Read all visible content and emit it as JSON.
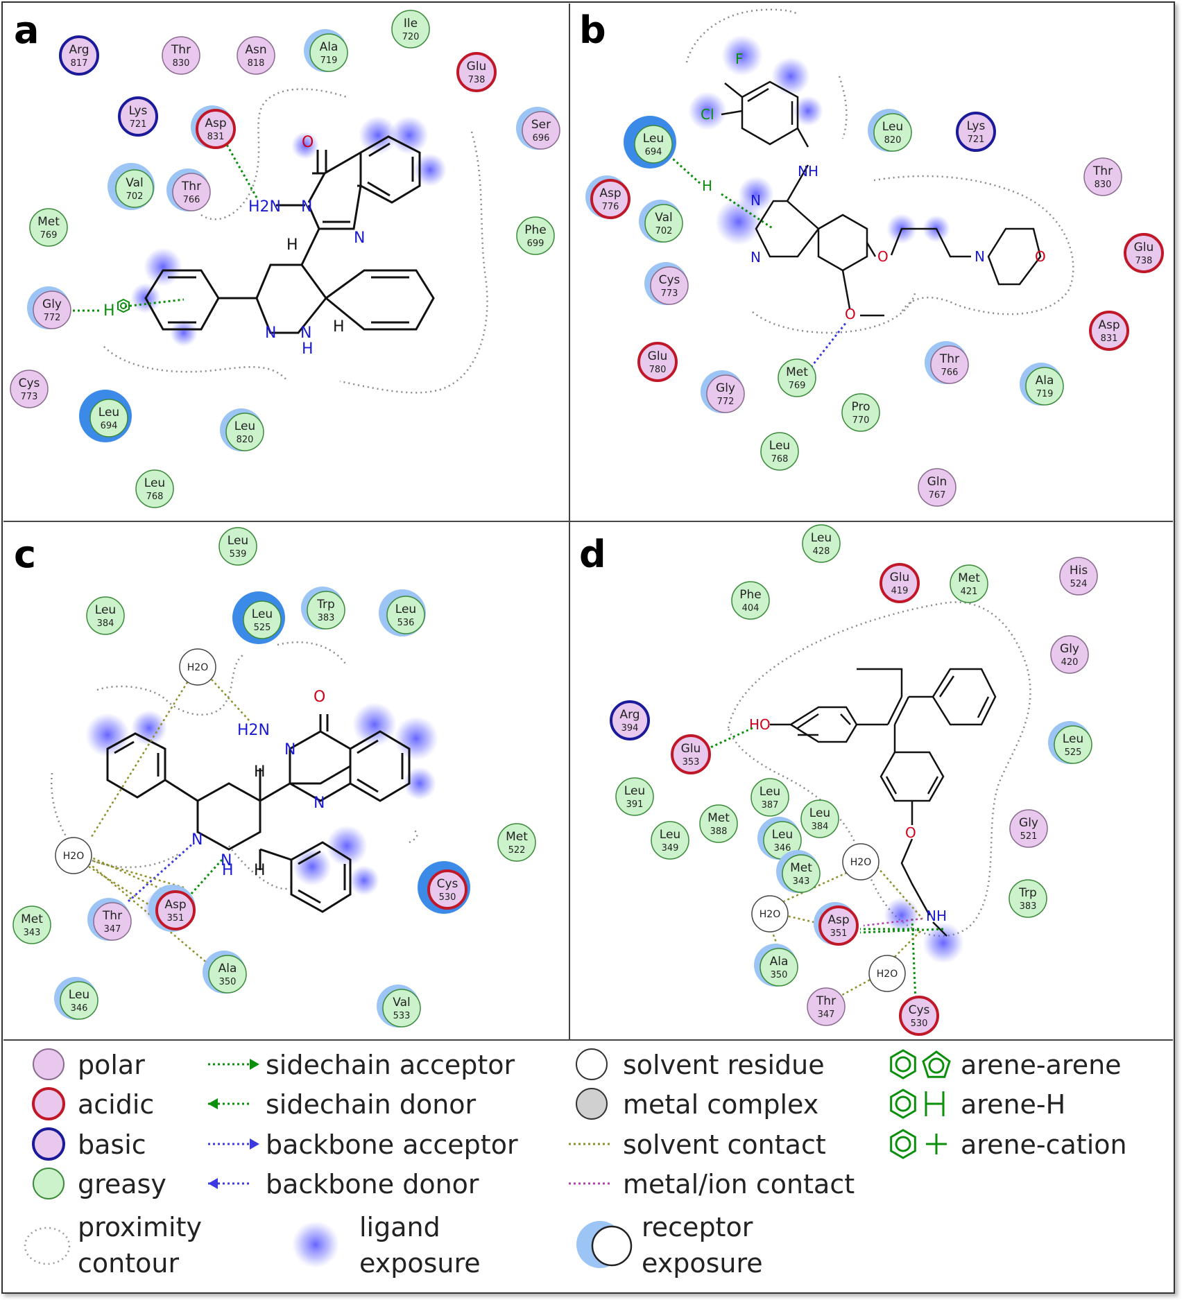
{
  "panels": [
    {
      "label": "a",
      "residues": [
        {
          "name": "Arg",
          "num": "817",
          "type": "basic",
          "exposure": 0
        },
        {
          "name": "Thr",
          "num": "830",
          "type": "polar",
          "exposure": 0
        },
        {
          "name": "Asn",
          "num": "818",
          "type": "polar",
          "exposure": 0
        },
        {
          "name": "Ala",
          "num": "719",
          "type": "greasy",
          "exposure": 1
        },
        {
          "name": "Ile",
          "num": "720",
          "type": "greasy",
          "exposure": 0
        },
        {
          "name": "Glu",
          "num": "738",
          "type": "acidic",
          "exposure": 0
        },
        {
          "name": "Lys",
          "num": "721",
          "type": "basic",
          "exposure": 0
        },
        {
          "name": "Asp",
          "num": "831",
          "type": "acidic",
          "exposure": 1
        },
        {
          "name": "Ser",
          "num": "696",
          "type": "polar",
          "exposure": 1
        },
        {
          "name": "Val",
          "num": "702",
          "type": "greasy",
          "exposure": 2
        },
        {
          "name": "Thr",
          "num": "766",
          "type": "polar",
          "exposure": 1
        },
        {
          "name": "Met",
          "num": "769",
          "type": "greasy",
          "exposure": 0
        },
        {
          "name": "Phe",
          "num": "699",
          "type": "greasy",
          "exposure": 0
        },
        {
          "name": "Gly",
          "num": "772",
          "type": "polar",
          "exposure": 1
        },
        {
          "name": "Cys",
          "num": "773",
          "type": "polar",
          "exposure": 0
        },
        {
          "name": "Leu",
          "num": "694",
          "type": "greasy",
          "exposure": 3
        },
        {
          "name": "Leu",
          "num": "820",
          "type": "greasy",
          "exposure": 1
        },
        {
          "name": "Leu",
          "num": "768",
          "type": "greasy",
          "exposure": 0
        }
      ],
      "atom_labels": [
        "O",
        "H2N",
        "N",
        "N",
        "H",
        "H",
        "N",
        "N",
        "H",
        "H"
      ]
    },
    {
      "label": "b",
      "residues": [
        {
          "name": "Leu",
          "num": "694",
          "type": "greasy",
          "exposure": 3
        },
        {
          "name": "Leu",
          "num": "820",
          "type": "greasy",
          "exposure": 1
        },
        {
          "name": "Lys",
          "num": "721",
          "type": "basic",
          "exposure": 0
        },
        {
          "name": "Thr",
          "num": "830",
          "type": "polar",
          "exposure": 0
        },
        {
          "name": "Asp",
          "num": "776",
          "type": "acidic",
          "exposure": 1
        },
        {
          "name": "Val",
          "num": "702",
          "type": "greasy",
          "exposure": 1
        },
        {
          "name": "Glu",
          "num": "738",
          "type": "acidic",
          "exposure": 0
        },
        {
          "name": "Cys",
          "num": "773",
          "type": "polar",
          "exposure": 1
        },
        {
          "name": "Asp",
          "num": "831",
          "type": "acidic",
          "exposure": 0
        },
        {
          "name": "Glu",
          "num": "780",
          "type": "acidic",
          "exposure": 0
        },
        {
          "name": "Thr",
          "num": "766",
          "type": "polar",
          "exposure": 1
        },
        {
          "name": "Met",
          "num": "769",
          "type": "greasy",
          "exposure": 0
        },
        {
          "name": "Ala",
          "num": "719",
          "type": "greasy",
          "exposure": 1
        },
        {
          "name": "Gly",
          "num": "772",
          "type": "polar",
          "exposure": 1
        },
        {
          "name": "Pro",
          "num": "770",
          "type": "greasy",
          "exposure": 0
        },
        {
          "name": "Leu",
          "num": "768",
          "type": "greasy",
          "exposure": 0
        },
        {
          "name": "Gln",
          "num": "767",
          "type": "polar",
          "exposure": 0
        }
      ],
      "atom_labels": [
        "F",
        "Cl",
        "NH",
        "N",
        "N",
        "O",
        "N",
        "O",
        "O",
        "H"
      ]
    },
    {
      "label": "c",
      "residues": [
        {
          "name": "Leu",
          "num": "539",
          "type": "greasy",
          "exposure": 0
        },
        {
          "name": "Leu",
          "num": "384",
          "type": "greasy",
          "exposure": 0
        },
        {
          "name": "Leu",
          "num": "525",
          "type": "greasy",
          "exposure": 3
        },
        {
          "name": "Trp",
          "num": "383",
          "type": "greasy",
          "exposure": 1
        },
        {
          "name": "Leu",
          "num": "536",
          "type": "greasy",
          "exposure": 2
        },
        {
          "name": "Met",
          "num": "522",
          "type": "greasy",
          "exposure": 0
        },
        {
          "name": "Cys",
          "num": "530",
          "type": "acidic",
          "exposure": 3
        },
        {
          "name": "Thr",
          "num": "347",
          "type": "polar",
          "exposure": 1
        },
        {
          "name": "Asp",
          "num": "351",
          "type": "acidic",
          "exposure": 2
        },
        {
          "name": "Met",
          "num": "343",
          "type": "greasy",
          "exposure": 0
        },
        {
          "name": "Ala",
          "num": "350",
          "type": "greasy",
          "exposure": 1
        },
        {
          "name": "Leu",
          "num": "346",
          "type": "greasy",
          "exposure": 1
        },
        {
          "name": "Val",
          "num": "533",
          "type": "greasy",
          "exposure": 1
        }
      ],
      "water_label": "H2O",
      "atom_labels": [
        "O",
        "H2N",
        "N",
        "N",
        "H",
        "N",
        "N",
        "H",
        "H"
      ]
    },
    {
      "label": "d",
      "residues": [
        {
          "name": "Leu",
          "num": "428",
          "type": "greasy",
          "exposure": 0
        },
        {
          "name": "Glu",
          "num": "419",
          "type": "acidic",
          "exposure": 0
        },
        {
          "name": "Met",
          "num": "421",
          "type": "greasy",
          "exposure": 0
        },
        {
          "name": "His",
          "num": "524",
          "type": "polar",
          "exposure": 0
        },
        {
          "name": "Phe",
          "num": "404",
          "type": "greasy",
          "exposure": 0
        },
        {
          "name": "Gly",
          "num": "420",
          "type": "polar",
          "exposure": 0
        },
        {
          "name": "Arg",
          "num": "394",
          "type": "basic",
          "exposure": 0
        },
        {
          "name": "Glu",
          "num": "353",
          "type": "acidic",
          "exposure": 0
        },
        {
          "name": "Leu",
          "num": "525",
          "type": "greasy",
          "exposure": 1
        },
        {
          "name": "Leu",
          "num": "391",
          "type": "greasy",
          "exposure": 0
        },
        {
          "name": "Leu",
          "num": "387",
          "type": "greasy",
          "exposure": 0
        },
        {
          "name": "Met",
          "num": "388",
          "type": "greasy",
          "exposure": 0
        },
        {
          "name": "Leu",
          "num": "384",
          "type": "greasy",
          "exposure": 0
        },
        {
          "name": "Leu",
          "num": "349",
          "type": "greasy",
          "exposure": 0
        },
        {
          "name": "Leu",
          "num": "346",
          "type": "greasy",
          "exposure": 1
        },
        {
          "name": "Gly",
          "num": "521",
          "type": "polar",
          "exposure": 0
        },
        {
          "name": "Met",
          "num": "343",
          "type": "greasy",
          "exposure": 1
        },
        {
          "name": "Trp",
          "num": "383",
          "type": "greasy",
          "exposure": 0
        },
        {
          "name": "Asp",
          "num": "351",
          "type": "acidic",
          "exposure": 1
        },
        {
          "name": "Ala",
          "num": "350",
          "type": "greasy",
          "exposure": 1
        },
        {
          "name": "Thr",
          "num": "347",
          "type": "polar",
          "exposure": 0
        },
        {
          "name": "Cys",
          "num": "530",
          "type": "acidic",
          "exposure": 0
        }
      ],
      "water_label": "H2O",
      "atom_labels": [
        "HO",
        "O",
        "NH"
      ]
    }
  ],
  "legend": {
    "residue_types": [
      {
        "label": "polar",
        "type": "polar"
      },
      {
        "label": "acidic",
        "type": "acidic"
      },
      {
        "label": "basic",
        "type": "basic"
      },
      {
        "label": "greasy",
        "type": "greasy"
      }
    ],
    "proximity": [
      "proximity",
      "contour"
    ],
    "interactions": [
      {
        "label": "sidechain acceptor",
        "color": "#0a8f0a",
        "dir": "right"
      },
      {
        "label": "sidechain donor",
        "color": "#0a8f0a",
        "dir": "left"
      },
      {
        "label": "backbone acceptor",
        "color": "#3a3ae0",
        "dir": "right"
      },
      {
        "label": "backbone donor",
        "color": "#3a3ae0",
        "dir": "left"
      }
    ],
    "ligand_exposure": [
      "ligand",
      "exposure"
    ],
    "other": [
      {
        "label": "solvent residue",
        "kind": "solvent"
      },
      {
        "label": "metal complex",
        "kind": "metal"
      },
      {
        "label": "solvent contact",
        "kind": "solvent-contact",
        "color": "#8f8f2a"
      },
      {
        "label": "metal/ion contact",
        "kind": "metal-contact",
        "color": "#b040b0"
      }
    ],
    "receptor_exposure": [
      "receptor",
      "exposure"
    ],
    "arene": [
      {
        "label": "arene-arene",
        "symbol": "arene-arene"
      },
      {
        "label": "arene-H",
        "symbol": "arene-H"
      },
      {
        "label": "arene-cation",
        "symbol": "arene-cation"
      }
    ]
  },
  "colors": {
    "polar_fill": "#e8c8ec",
    "acidic_stroke": "#c01828",
    "basic_stroke": "#1a1a9a",
    "greasy_fill": "#ccf2cc",
    "greasy_stroke": "#3a8a3a",
    "polar_stroke": "#8a6a8e",
    "exposure": "#9cc4f4",
    "exposure_strong": "#3c8ae8",
    "ligand_blob": "#5050ff",
    "hbond_green": "#0a8f0a",
    "hbond_blue": "#3a3ae0",
    "solvent_contact": "#8f8f2a"
  }
}
